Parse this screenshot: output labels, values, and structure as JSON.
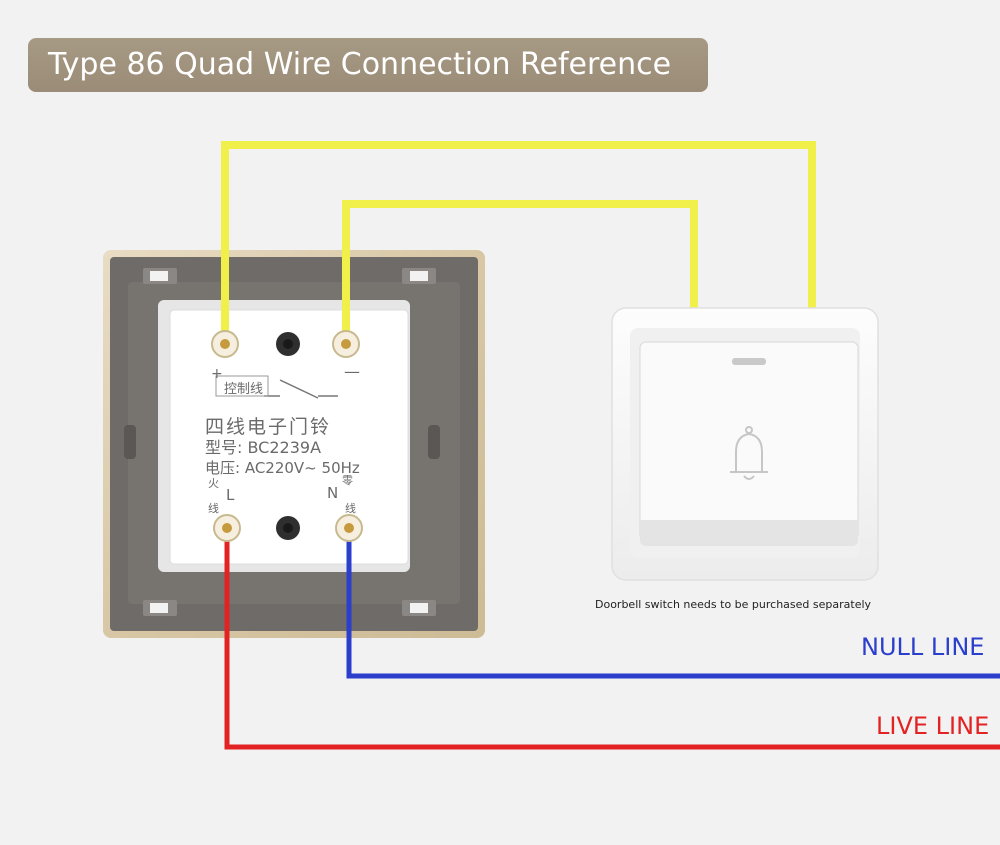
{
  "title": "Type 86 Quad Wire Connection Reference",
  "module": {
    "plus": "+",
    "minus": "—",
    "control_label": "控制线",
    "product_name": "四线电子门铃",
    "model": "型号: BC2239A",
    "voltage": "电压: AC220V~ 50Hz",
    "fire_char": "火",
    "wire_char": "线",
    "zero_char": "零",
    "l_letter": "L",
    "n_letter": "N"
  },
  "switch_note": "Doorbell switch needs to be purchased separately",
  "null_line_label": "NULL LINE",
  "live_line_label": "LIVE LINE",
  "colors": {
    "control_wire": "#f1f04a",
    "null_wire": "#2b3fcc",
    "live_wire": "#e32323",
    "banner": "#9f927c"
  },
  "icons": [
    "bell-icon",
    "power-indicator-icon"
  ]
}
